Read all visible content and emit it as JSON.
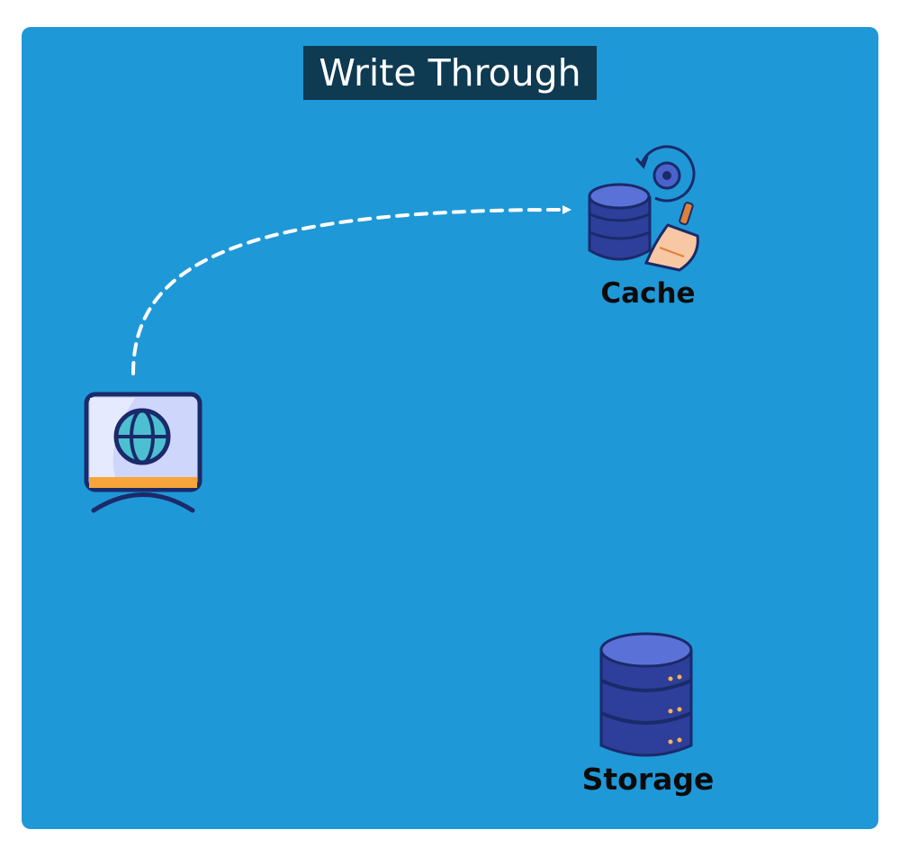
{
  "diagram": {
    "title": "Write Through",
    "nodes": {
      "client": {
        "icon": "monitor-globe-icon"
      },
      "cache": {
        "label": "Cache",
        "icon": "cache-database-icon"
      },
      "storage": {
        "label": "Storage",
        "icon": "storage-database-icon"
      }
    },
    "edges": [
      {
        "from": "client",
        "to": "cache",
        "style": "dashed-arrow"
      }
    ]
  },
  "colors": {
    "background": "#1f98d7",
    "title_background": "#0e3a52",
    "title_text": "#ffffff",
    "label_text": "#0b0b0b",
    "arrow": "#ffffff"
  }
}
